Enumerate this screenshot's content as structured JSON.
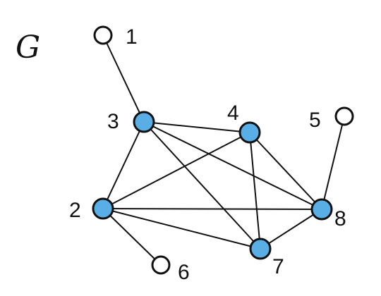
{
  "diagram": {
    "title": "G",
    "colors": {
      "filled": "#5aaee6",
      "hollow": "#ffffff",
      "stroke": "#111111"
    },
    "nodes": [
      {
        "id": "1",
        "label": "1",
        "filled": false
      },
      {
        "id": "2",
        "label": "2",
        "filled": true
      },
      {
        "id": "3",
        "label": "3",
        "filled": true
      },
      {
        "id": "4",
        "label": "4",
        "filled": true
      },
      {
        "id": "5",
        "label": "5",
        "filled": false
      },
      {
        "id": "6",
        "label": "6",
        "filled": false
      },
      {
        "id": "7",
        "label": "7",
        "filled": true
      },
      {
        "id": "8",
        "label": "8",
        "filled": true
      }
    ],
    "edges": [
      [
        "1",
        "3"
      ],
      [
        "3",
        "4"
      ],
      [
        "3",
        "2"
      ],
      [
        "3",
        "7"
      ],
      [
        "3",
        "8"
      ],
      [
        "4",
        "2"
      ],
      [
        "4",
        "7"
      ],
      [
        "4",
        "8"
      ],
      [
        "2",
        "8"
      ],
      [
        "2",
        "7"
      ],
      [
        "2",
        "6"
      ],
      [
        "7",
        "8"
      ],
      [
        "5",
        "8"
      ]
    ]
  }
}
